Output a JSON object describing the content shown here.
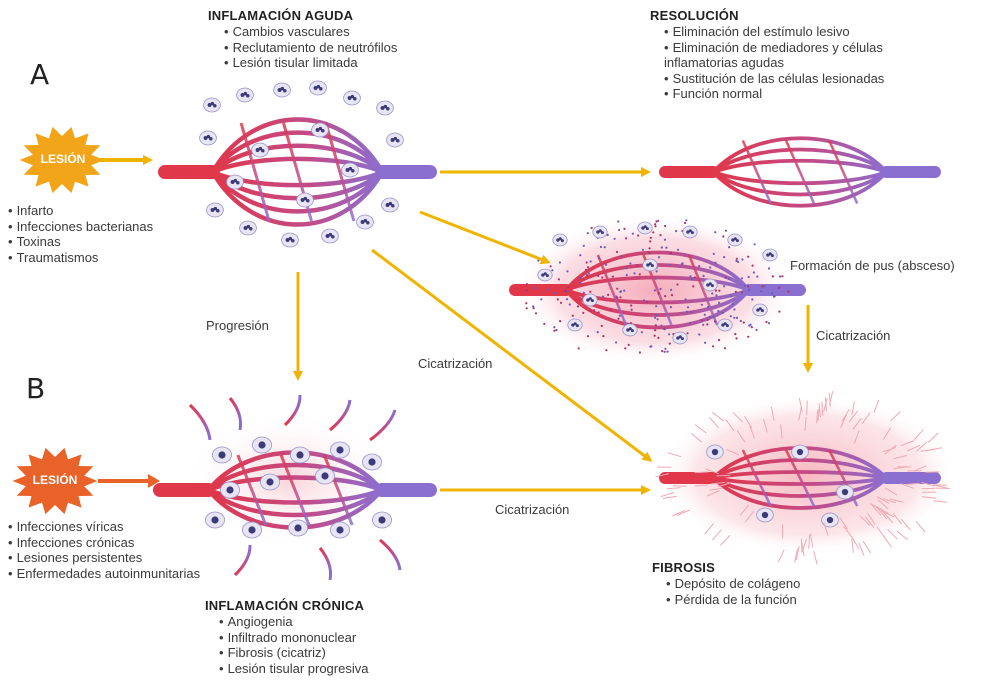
{
  "letters": {
    "a": "A",
    "b": "B"
  },
  "lesion_a": {
    "burst_label": "LESIÓN",
    "causes": [
      "Infarto",
      "Infecciones bacterianas",
      "Toxinas",
      "Traumatismos"
    ]
  },
  "lesion_b": {
    "burst_label": "LESIÓN",
    "causes": [
      "Infecciones víricas",
      "Infecciones crónicas",
      "Lesiones persistentes",
      "Enfermedades autoinmunitarias"
    ]
  },
  "acute": {
    "title": "INFLAMACIÓN AGUDA",
    "items": [
      "Cambios vasculares",
      "Reclutamiento de neutrófilos",
      "Lesión tisular limitada"
    ]
  },
  "resolution": {
    "title": "RESOLUCIÓN",
    "items": [
      "Eliminación del estímulo lesivo",
      "Eliminación de mediadores y células\ninflamatorias agudas",
      "Sustitución de las células lesionadas",
      "Función normal"
    ]
  },
  "abscess": {
    "label": "Formación de pus (absceso)"
  },
  "chronic": {
    "title": "INFLAMACIÓN CRÓNICA",
    "items": [
      "Angiogenia",
      "Infiltrado mononuclear",
      "Fibrosis (cicatriz)",
      "Lesión tisular progresiva"
    ]
  },
  "fibrosis": {
    "title": "FIBROSIS",
    "items": [
      "Depósito de colágeno",
      "Pérdida de la función"
    ]
  },
  "arrows": {
    "progression": "Progresión",
    "scarring_diag": "Cicatrización",
    "scarring_abscess": "Cicatrización",
    "scarring_chronic": "Cicatrización"
  },
  "colors": {
    "arrow": "#f0b400",
    "burst_a": "#f3a51a",
    "burst_b": "#e8622a",
    "artery": "#e0374a",
    "vein": "#8a6fd0",
    "cell_fill": "#e7e4f4",
    "cell_nucleus": "#3d3a78",
    "pus": "#f4b3c0",
    "fibrosis_halo": "#f7c6cc"
  }
}
